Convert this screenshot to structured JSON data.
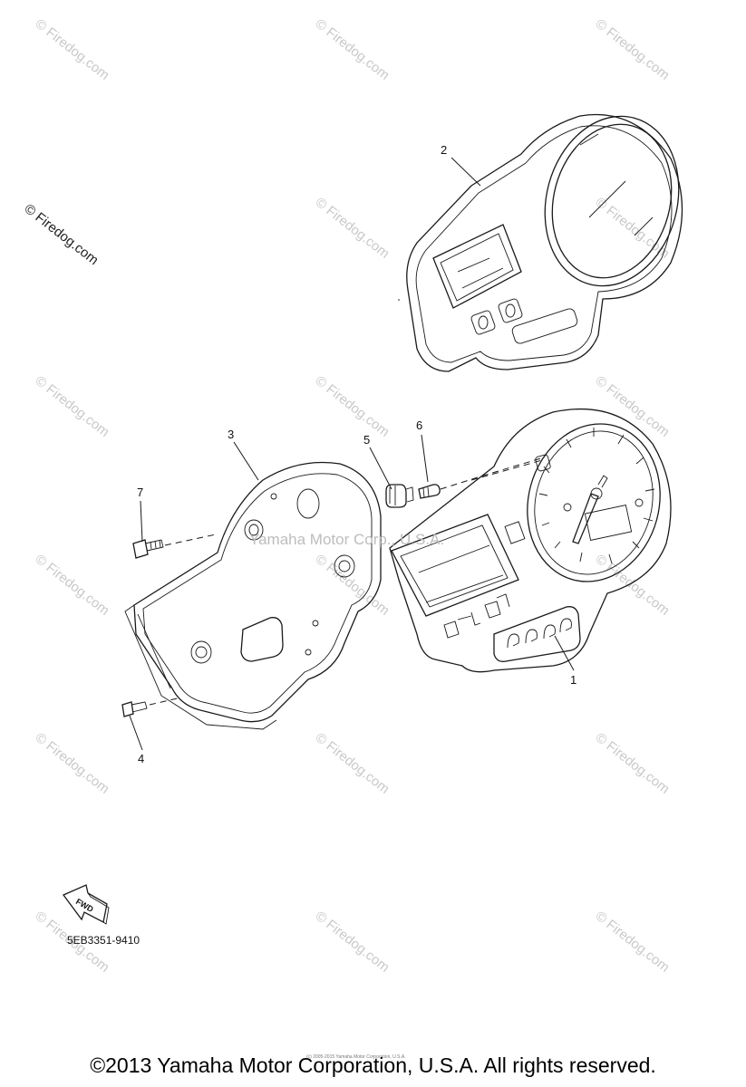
{
  "watermark": {
    "text": "© Firedog.com",
    "overlay": "Yamaha Motor Corp., U.S.A."
  },
  "callouts": [
    "1",
    "2",
    "3",
    "4",
    "5",
    "6",
    "7"
  ],
  "fwd_label": "FWD",
  "part_number": "5EB3351-9410",
  "tiny_copyright": "(c) 2005-2015 Yamaha Motor Corporation, U.S.A.",
  "footer": "©2013 Yamaha Motor Corporation, U.S.A. All rights reserved."
}
